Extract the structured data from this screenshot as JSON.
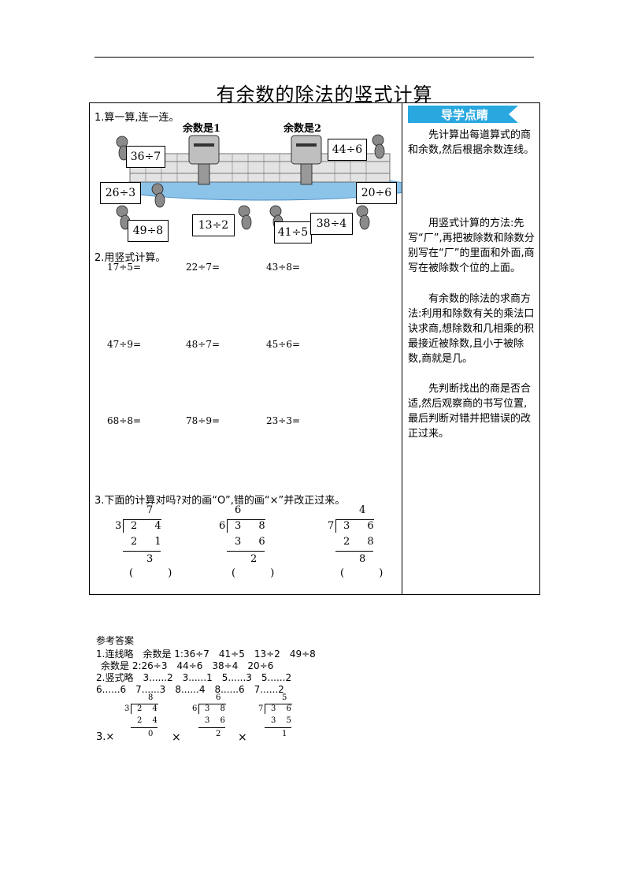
{
  "title": "有余数的除法的竖式计算",
  "q1": {
    "label": "1.算一算,连一连。",
    "mailbox_left": "余数是1",
    "mailbox_right": "余数是2",
    "cards": [
      "36÷7",
      "44÷6",
      "26÷3",
      "20÷6",
      "49÷8",
      "13÷2",
      "41÷5",
      "38÷4"
    ]
  },
  "q2": {
    "label": "2.用竖式计算。",
    "items": [
      "17÷5=",
      "22÷7=",
      "43÷8=",
      "47÷9=",
      "48÷7=",
      "45÷6=",
      "68÷8=",
      "78÷9=",
      "23÷3="
    ]
  },
  "q3": {
    "label": "3.下面的计算对吗?对的画“O”,错的画“×”并改正过来。",
    "problems": [
      {
        "quotient": "7",
        "divisor": "3",
        "dividend": "2 4",
        "product": "2 1",
        "remainder": "3",
        "paren": "( )"
      },
      {
        "quotient": "6",
        "divisor": "6",
        "dividend": "3 8",
        "product": "3 6",
        "remainder": "2",
        "paren": "( )"
      },
      {
        "quotient": "4",
        "divisor": "7",
        "dividend": "3 6",
        "product": "2 8",
        "remainder": "8",
        "paren": "( )"
      }
    ]
  },
  "sidebar": {
    "banner": "导学点睛",
    "p1": "先计算出每道算式的商和余数,然后根据余数连线。",
    "p2": "用竖式计算的方法:先写“厂”,再把被除数和除数分别写在“厂”的里面和外面,商写在被除数个位的上面。",
    "p3": "有余数的除法的求商方法:利用和除数有关的乘法口诀求商,想除数和几相乘的积最接近被除数,且小于被除数,商就是几。",
    "p4": "先判断找出的商是否合适,然后观察商的书写位置,最后判断对错并把错误的改正过来。"
  },
  "answers": {
    "heading": "参考答案",
    "line1": "1.连线略　余数是 1:36÷7　41÷5　13÷2　49÷8",
    "line2": "余数是 2:26÷3　44÷6　38÷4　20÷6",
    "line3": "2.竖式略　3......2　3......1　5......3　5......2",
    "line4": "6......6　7......3　8......4　8......6　7......2",
    "q3_prefix": "3.×",
    "marks": [
      "×",
      "×"
    ],
    "problems": [
      {
        "quotient": "8",
        "divisor": "3",
        "dividend": "2 4",
        "product": "2 4",
        "remainder": "0"
      },
      {
        "quotient": "6",
        "divisor": "6",
        "dividend": "3 8",
        "product": "3 6",
        "remainder": "2"
      },
      {
        "quotient": "5",
        "divisor": "7",
        "dividend": "3 6",
        "product": "3 5",
        "remainder": "1"
      }
    ]
  },
  "colors": {
    "banner": "#29a8e0",
    "water": "#8cc3e8",
    "fence": "#d8d8d8"
  }
}
